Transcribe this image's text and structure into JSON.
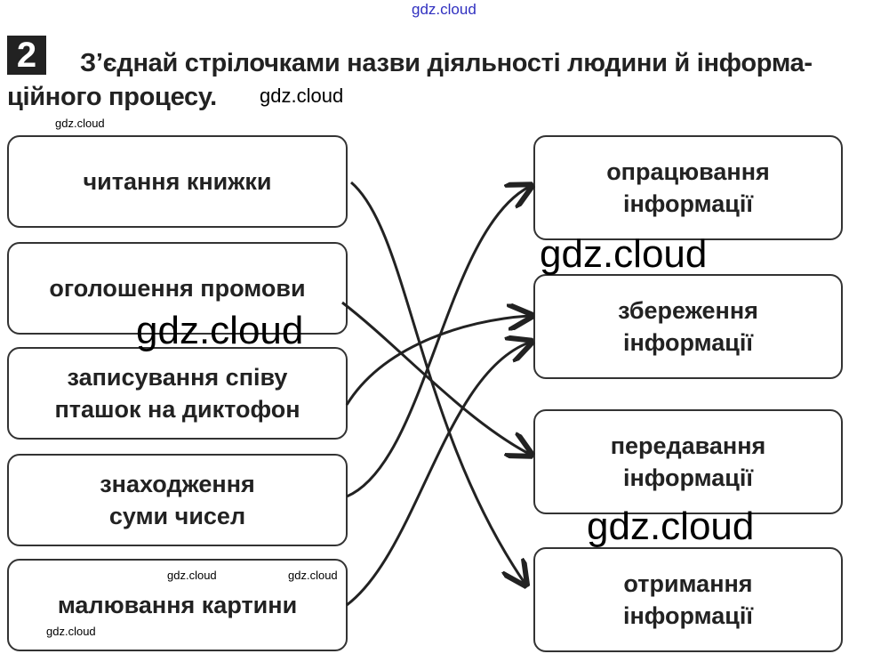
{
  "watermark": "gdz.cloud",
  "task_number": "2",
  "task_text_line1": "З’єднай стрілочками назви діяльності людини й інформа-",
  "task_text_line2": "ційного процесу.",
  "activities": [
    "читання книжки",
    "оголошення промови",
    "записування співу пташок на диктофон",
    "знаходження суми чисел",
    "малювання картини"
  ],
  "processes": [
    "опрацювання інформації",
    "збереження інформації",
    "передавання інформації",
    "отримання інформації"
  ],
  "connections": [
    {
      "from": "читання книжки",
      "to": "отримання інформації"
    },
    {
      "from": "оголошення промови",
      "to": "передавання інформації"
    },
    {
      "from": "записування співу пташок на диктофон",
      "to": "збереження інформації"
    },
    {
      "from": "знаходження суми чисел",
      "to": "опрацювання інформації"
    },
    {
      "from": "малювання картини",
      "to": "збереження інформації"
    }
  ]
}
